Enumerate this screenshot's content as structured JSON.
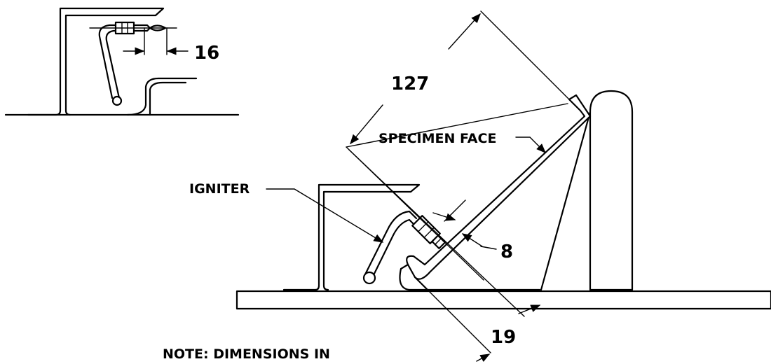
{
  "inset": {
    "dimension_value": "16"
  },
  "main": {
    "dimension_127": "127",
    "dimension_8": "8",
    "dimension_19": "19",
    "label_specimen_face": "SPECIMEN FACE",
    "label_igniter": "IGNITER"
  },
  "note": {
    "text": "NOTE: DIMENSIONS IN"
  }
}
